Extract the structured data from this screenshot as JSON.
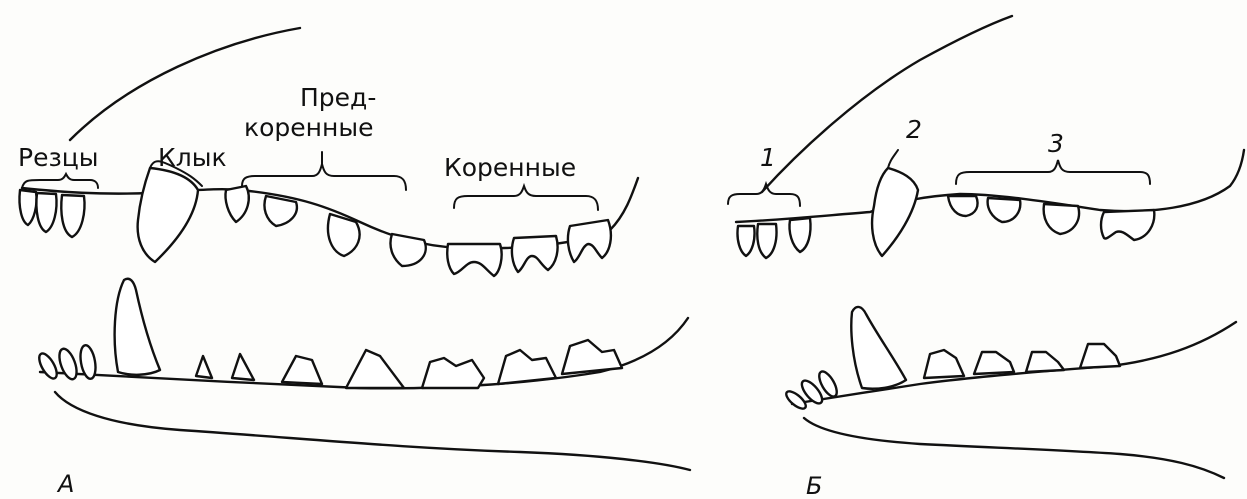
{
  "panel_a": {
    "letter": "А",
    "labels": {
      "incisors": "Резцы",
      "canine": "Клык",
      "premolars_line1": "Пред-",
      "premolars_line2": "коренные",
      "molars": "Коренные"
    }
  },
  "panel_b": {
    "letter": "Б",
    "numbers": {
      "n1": "1",
      "n2": "2",
      "n3": "3"
    }
  }
}
